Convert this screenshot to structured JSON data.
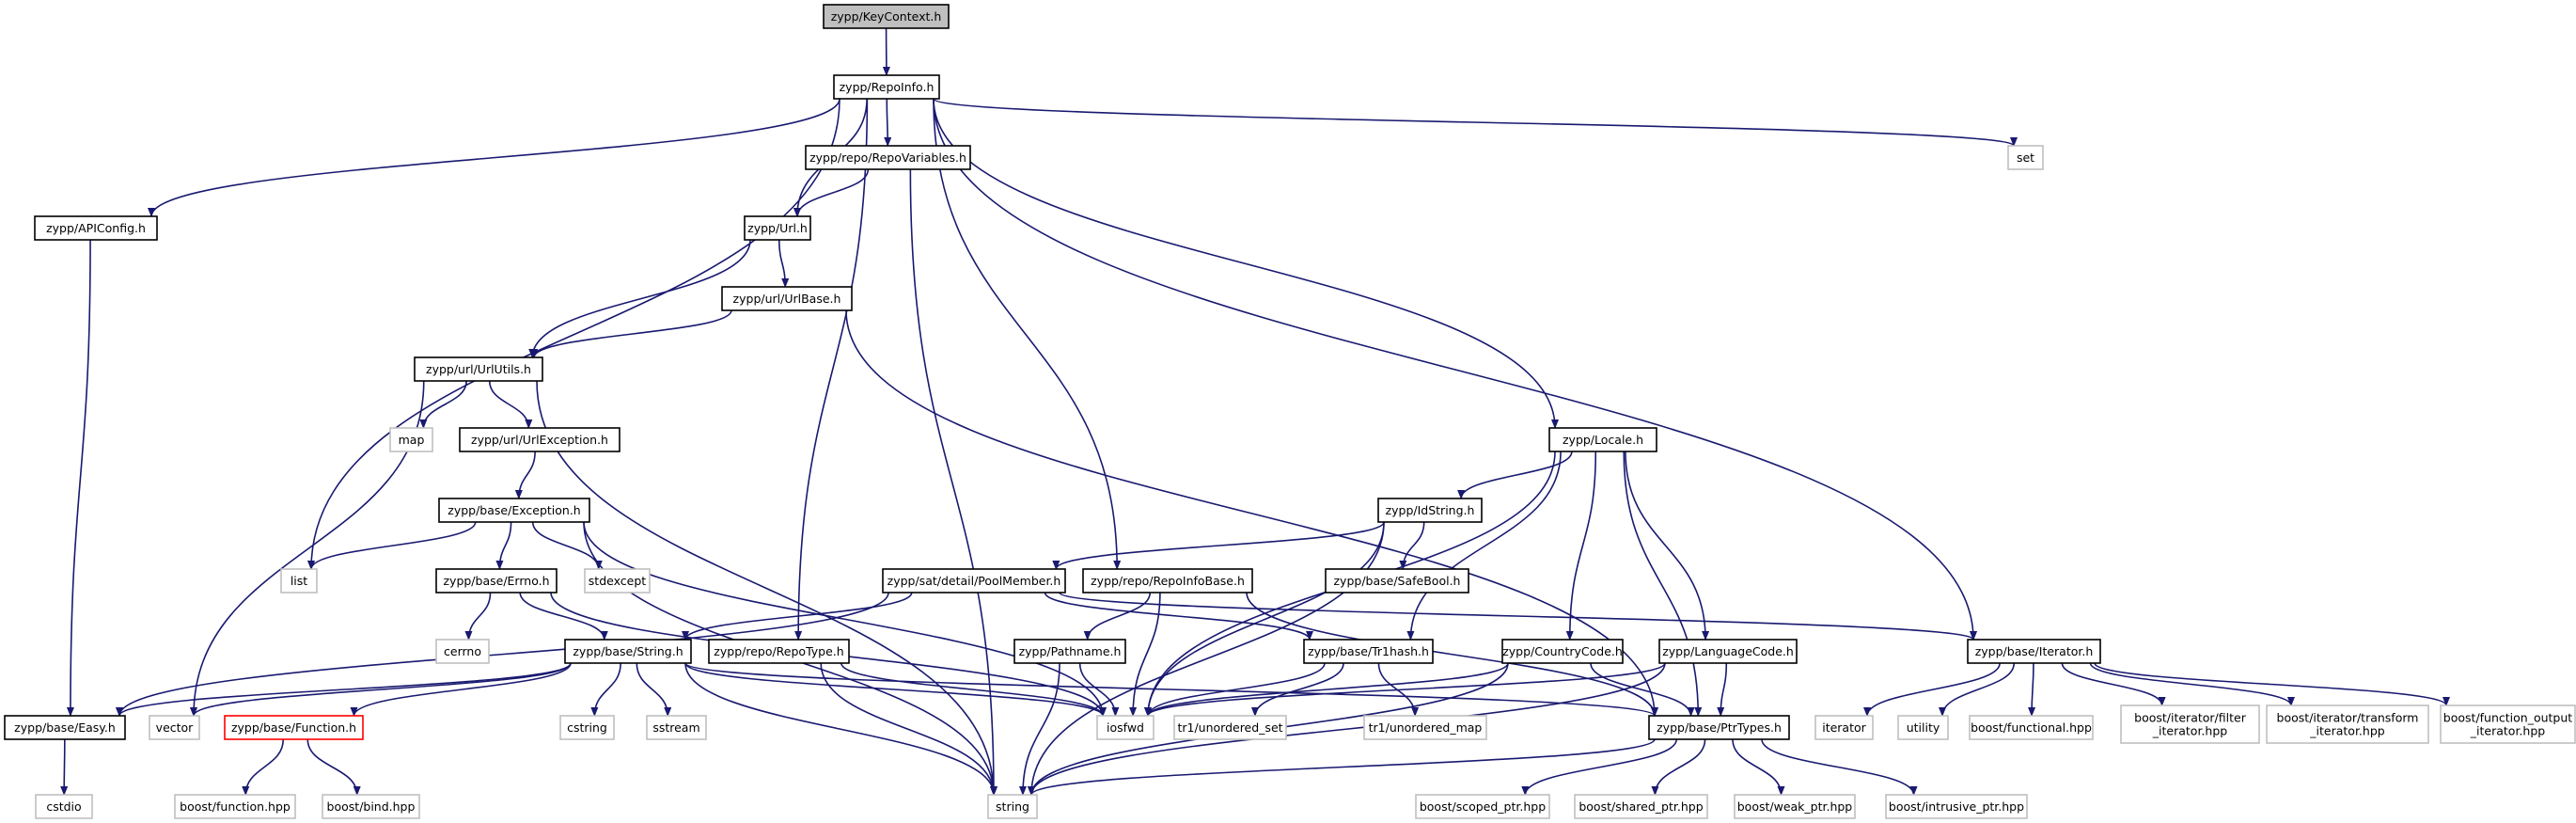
{
  "colors": {
    "edge": "#191970",
    "node_border": "#000000",
    "system_border": "#bfbfbf",
    "root_fill": "#bfbfbf",
    "truncated_border": "#ff0000"
  },
  "nodes": [
    {
      "id": "keycontext",
      "label": [
        "zypp/KeyContext.h"
      ],
      "kind": "root"
    },
    {
      "id": "repoinfo",
      "label": [
        "zypp/RepoInfo.h"
      ],
      "kind": "file"
    },
    {
      "id": "apiconfig",
      "label": [
        "zypp/APIConfig.h"
      ],
      "kind": "file"
    },
    {
      "id": "repovariables",
      "label": [
        "zypp/repo/RepoVariables.h"
      ],
      "kind": "file"
    },
    {
      "id": "set",
      "label": [
        "set"
      ],
      "kind": "system"
    },
    {
      "id": "url",
      "label": [
        "zypp/Url.h"
      ],
      "kind": "file"
    },
    {
      "id": "urlbase",
      "label": [
        "zypp/url/UrlBase.h"
      ],
      "kind": "file"
    },
    {
      "id": "urlutils",
      "label": [
        "zypp/url/UrlUtils.h"
      ],
      "kind": "file"
    },
    {
      "id": "map",
      "label": [
        "map"
      ],
      "kind": "system"
    },
    {
      "id": "urlexception",
      "label": [
        "zypp/url/UrlException.h"
      ],
      "kind": "file"
    },
    {
      "id": "locale",
      "label": [
        "zypp/Locale.h"
      ],
      "kind": "file"
    },
    {
      "id": "exception",
      "label": [
        "zypp/base/Exception.h"
      ],
      "kind": "file"
    },
    {
      "id": "idstring",
      "label": [
        "zypp/IdString.h"
      ],
      "kind": "file"
    },
    {
      "id": "list",
      "label": [
        "list"
      ],
      "kind": "system"
    },
    {
      "id": "errno",
      "label": [
        "zypp/base/Errno.h"
      ],
      "kind": "file"
    },
    {
      "id": "stdexcept",
      "label": [
        "stdexcept"
      ],
      "kind": "system"
    },
    {
      "id": "poolmember",
      "label": [
        "zypp/sat/detail/PoolMember.h"
      ],
      "kind": "file"
    },
    {
      "id": "repoinfobase",
      "label": [
        "zypp/repo/RepoInfoBase.h"
      ],
      "kind": "file"
    },
    {
      "id": "safebool",
      "label": [
        "zypp/base/SafeBool.h"
      ],
      "kind": "file"
    },
    {
      "id": "cerrno",
      "label": [
        "cerrno"
      ],
      "kind": "system"
    },
    {
      "id": "string_h",
      "label": [
        "zypp/base/String.h"
      ],
      "kind": "file"
    },
    {
      "id": "repotype",
      "label": [
        "zypp/repo/RepoType.h"
      ],
      "kind": "file"
    },
    {
      "id": "pathname",
      "label": [
        "zypp/Pathname.h"
      ],
      "kind": "file"
    },
    {
      "id": "tr1hash",
      "label": [
        "zypp/base/Tr1hash.h"
      ],
      "kind": "file"
    },
    {
      "id": "countrycode",
      "label": [
        "zypp/CountryCode.h"
      ],
      "kind": "file"
    },
    {
      "id": "languagecode",
      "label": [
        "zypp/LanguageCode.h"
      ],
      "kind": "file"
    },
    {
      "id": "iterator_h",
      "label": [
        "zypp/base/Iterator.h"
      ],
      "kind": "file"
    },
    {
      "id": "easy",
      "label": [
        "zypp/base/Easy.h"
      ],
      "kind": "file"
    },
    {
      "id": "vector",
      "label": [
        "vector"
      ],
      "kind": "system"
    },
    {
      "id": "function_h",
      "label": [
        "zypp/base/Function.h"
      ],
      "kind": "truncated"
    },
    {
      "id": "cstring",
      "label": [
        "cstring"
      ],
      "kind": "system"
    },
    {
      "id": "sstream",
      "label": [
        "sstream"
      ],
      "kind": "system"
    },
    {
      "id": "iosfwd",
      "label": [
        "iosfwd"
      ],
      "kind": "system"
    },
    {
      "id": "unordered_set",
      "label": [
        "tr1/unordered_set"
      ],
      "kind": "system"
    },
    {
      "id": "unordered_map",
      "label": [
        "tr1/unordered_map"
      ],
      "kind": "system"
    },
    {
      "id": "ptrtypes",
      "label": [
        "zypp/base/PtrTypes.h"
      ],
      "kind": "file"
    },
    {
      "id": "iterator",
      "label": [
        "iterator"
      ],
      "kind": "system"
    },
    {
      "id": "utility",
      "label": [
        "utility"
      ],
      "kind": "system"
    },
    {
      "id": "functional",
      "label": [
        "boost/functional.hpp"
      ],
      "kind": "system"
    },
    {
      "id": "filter_iterator",
      "label": [
        "boost/iterator/filter",
        "_iterator.hpp"
      ],
      "kind": "system"
    },
    {
      "id": "transform_iterator",
      "label": [
        "boost/iterator/transform",
        "_iterator.hpp"
      ],
      "kind": "system"
    },
    {
      "id": "function_output",
      "label": [
        "boost/function_output",
        "_iterator.hpp"
      ],
      "kind": "system"
    },
    {
      "id": "cstdio",
      "label": [
        "cstdio"
      ],
      "kind": "system"
    },
    {
      "id": "boost_function",
      "label": [
        "boost/function.hpp"
      ],
      "kind": "system"
    },
    {
      "id": "boost_bind",
      "label": [
        "boost/bind.hpp"
      ],
      "kind": "system"
    },
    {
      "id": "string",
      "label": [
        "string"
      ],
      "kind": "system"
    },
    {
      "id": "scoped_ptr",
      "label": [
        "boost/scoped_ptr.hpp"
      ],
      "kind": "system"
    },
    {
      "id": "shared_ptr",
      "label": [
        "boost/shared_ptr.hpp"
      ],
      "kind": "system"
    },
    {
      "id": "weak_ptr",
      "label": [
        "boost/weak_ptr.hpp"
      ],
      "kind": "system"
    },
    {
      "id": "intrusive_ptr",
      "label": [
        "boost/intrusive_ptr.hpp"
      ],
      "kind": "system"
    }
  ],
  "edges": [
    [
      "keycontext",
      "repoinfo"
    ],
    [
      "repoinfo",
      "apiconfig"
    ],
    [
      "repoinfo",
      "list"
    ],
    [
      "repoinfo",
      "repotype"
    ],
    [
      "repoinfo",
      "url"
    ],
    [
      "repoinfo",
      "repovariables"
    ],
    [
      "repoinfo",
      "repoinfobase"
    ],
    [
      "repoinfo",
      "locale"
    ],
    [
      "repoinfo",
      "iterator_h"
    ],
    [
      "repoinfo",
      "set"
    ],
    [
      "apiconfig",
      "easy"
    ],
    [
      "repovariables",
      "url"
    ],
    [
      "repovariables",
      "string"
    ],
    [
      "url",
      "urlutils"
    ],
    [
      "url",
      "urlbase"
    ],
    [
      "urlbase",
      "urlutils"
    ],
    [
      "urlbase",
      "ptrtypes"
    ],
    [
      "urlutils",
      "vector"
    ],
    [
      "urlutils",
      "string"
    ],
    [
      "urlutils",
      "map"
    ],
    [
      "urlutils",
      "urlexception"
    ],
    [
      "urlexception",
      "exception"
    ],
    [
      "exception",
      "list"
    ],
    [
      "exception",
      "stdexcept"
    ],
    [
      "exception",
      "errno"
    ],
    [
      "exception",
      "iosfwd"
    ],
    [
      "exception",
      "string"
    ],
    [
      "errno",
      "cerrno"
    ],
    [
      "errno",
      "string_h"
    ],
    [
      "errno",
      "iosfwd"
    ],
    [
      "string_h",
      "easy"
    ],
    [
      "string_h",
      "vector"
    ],
    [
      "string_h",
      "function_h"
    ],
    [
      "string_h",
      "cstring"
    ],
    [
      "string_h",
      "sstream"
    ],
    [
      "string_h",
      "iosfwd"
    ],
    [
      "string_h",
      "string"
    ],
    [
      "string_h",
      "ptrtypes"
    ],
    [
      "repotype",
      "iosfwd"
    ],
    [
      "repotype",
      "string"
    ],
    [
      "locale",
      "idstring"
    ],
    [
      "locale",
      "iosfwd"
    ],
    [
      "locale",
      "tr1hash"
    ],
    [
      "locale",
      "countrycode"
    ],
    [
      "locale",
      "languagecode"
    ],
    [
      "locale",
      "ptrtypes"
    ],
    [
      "idstring",
      "poolmember"
    ],
    [
      "idstring",
      "safebool"
    ],
    [
      "idstring",
      "iosfwd"
    ],
    [
      "idstring",
      "string"
    ],
    [
      "poolmember",
      "easy"
    ],
    [
      "poolmember",
      "string_h"
    ],
    [
      "poolmember",
      "tr1hash"
    ],
    [
      "poolmember",
      "iterator_h"
    ],
    [
      "repoinfobase",
      "pathname"
    ],
    [
      "repoinfobase",
      "iosfwd"
    ],
    [
      "repoinfobase",
      "ptrtypes"
    ],
    [
      "pathname",
      "iosfwd"
    ],
    [
      "pathname",
      "string"
    ],
    [
      "tr1hash",
      "iosfwd"
    ],
    [
      "tr1hash",
      "unordered_set"
    ],
    [
      "tr1hash",
      "unordered_map"
    ],
    [
      "countrycode",
      "iosfwd"
    ],
    [
      "countrycode",
      "string"
    ],
    [
      "countrycode",
      "ptrtypes"
    ],
    [
      "languagecode",
      "iosfwd"
    ],
    [
      "languagecode",
      "string"
    ],
    [
      "languagecode",
      "ptrtypes"
    ],
    [
      "iterator_h",
      "iterator"
    ],
    [
      "iterator_h",
      "utility"
    ],
    [
      "iterator_h",
      "functional"
    ],
    [
      "iterator_h",
      "filter_iterator"
    ],
    [
      "iterator_h",
      "transform_iterator"
    ],
    [
      "iterator_h",
      "function_output"
    ],
    [
      "easy",
      "cstdio"
    ],
    [
      "function_h",
      "boost_function"
    ],
    [
      "function_h",
      "boost_bind"
    ],
    [
      "ptrtypes",
      "string"
    ],
    [
      "ptrtypes",
      "scoped_ptr"
    ],
    [
      "ptrtypes",
      "shared_ptr"
    ],
    [
      "ptrtypes",
      "weak_ptr"
    ],
    [
      "ptrtypes",
      "intrusive_ptr"
    ]
  ]
}
